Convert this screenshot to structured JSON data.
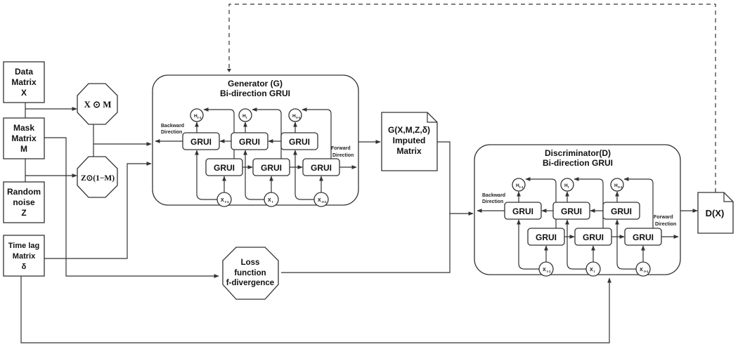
{
  "inputs": {
    "data_matrix": [
      "Data",
      "Matrix",
      "X"
    ],
    "mask_matrix": [
      "Mask",
      "Matrix",
      "M"
    ],
    "random_noise": [
      "Random",
      "noise",
      "Z"
    ],
    "time_lag": [
      "Time lag",
      "Matrix",
      "δ"
    ]
  },
  "operations": {
    "x_dot_m": "X ⊙ M",
    "z_dot_1m": "Z⊙(1−M)"
  },
  "generator": {
    "title": "Generator (G)",
    "subtitle": "Bi-direction GRUI",
    "backward_label": [
      "Backward",
      "Direction"
    ],
    "forward_label": [
      "Forward",
      "Direction"
    ],
    "cell_label": "GRUI",
    "hidden": [
      "H",
      "H",
      "H"
    ],
    "hidden_sub": [
      "t-1",
      "t",
      "t+1"
    ],
    "inputs": [
      "X",
      "X",
      "X"
    ],
    "inputs_sub": [
      "t-1",
      "t",
      "t+1"
    ]
  },
  "imputed": [
    "G(X,M,Z,δ)",
    "Imputed",
    "Matrix"
  ],
  "loss": [
    "Loss",
    "function",
    "f-divergence"
  ],
  "discriminator": {
    "title": "Discriminator(D)",
    "subtitle": "Bi-direction GRUI",
    "backward_label": [
      "Backward",
      "Direction"
    ],
    "forward_label": [
      "Forward",
      "Direction"
    ],
    "cell_label": "GRUI",
    "hidden": [
      "H",
      "H",
      "H"
    ],
    "hidden_sub": [
      "t-1",
      "t",
      "t+1"
    ],
    "inputs": [
      "X",
      "X",
      "X"
    ],
    "inputs_sub": [
      "t-1",
      "t",
      "t+1"
    ]
  },
  "output": "D(X)"
}
